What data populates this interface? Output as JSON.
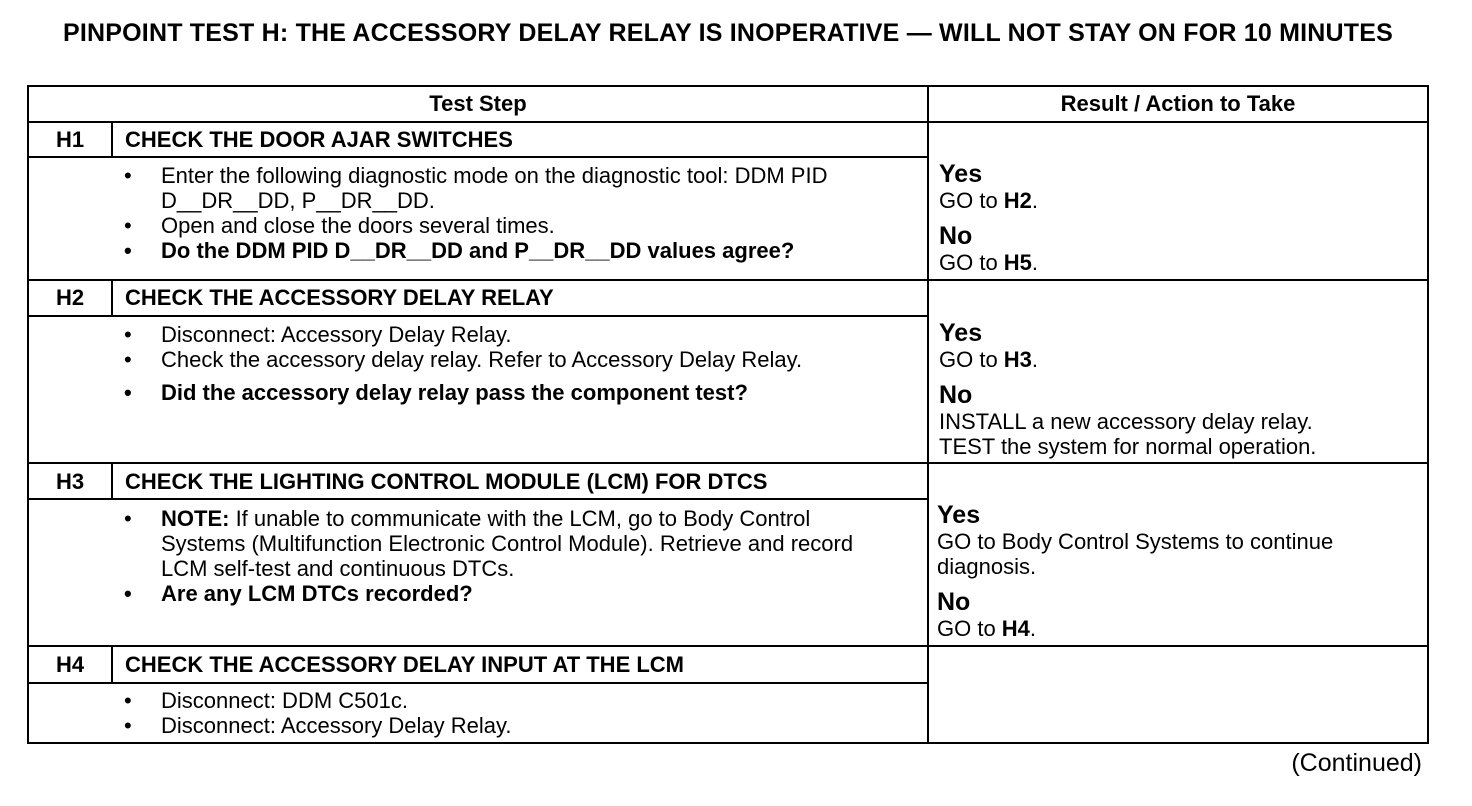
{
  "title": "PINPOINT TEST  H: THE ACCESSORY DELAY RELAY IS INOPERATIVE — WILL NOT STAY ON FOR 10 MINUTES",
  "table": {
    "col_test_step": "Test Step",
    "col_result": "Result / Action to Take"
  },
  "steps": [
    {
      "id": "H1",
      "title": "CHECK THE DOOR AJAR SWITCHES",
      "bullets": [
        "Enter the following diagnostic mode on the diagnostic tool: DDM PID D__DR__DD, P__DR__DD.",
        "Open and close the doors several times.",
        "Do the DDM PID D__DR__DD and P__DR__DD values agree?"
      ],
      "yes_label": "Yes",
      "yes_prefix": "GO to ",
      "yes_target": "H2",
      "yes_suffix": ".",
      "no_label": "No",
      "no_prefix": "GO to ",
      "no_target": "H5",
      "no_suffix": "."
    },
    {
      "id": "H2",
      "title": "CHECK THE ACCESSORY DELAY RELAY",
      "bullets": [
        "Disconnect: Accessory Delay Relay.",
        "Check the accessory delay relay. Refer to Accessory Delay Relay.",
        "Did the accessory delay relay pass the component test?"
      ],
      "yes_label": "Yes",
      "yes_prefix": "GO to ",
      "yes_target": "H3",
      "yes_suffix": ".",
      "no_label": "No",
      "no_line1": "INSTALL a new accessory delay relay.",
      "no_line2": "TEST the system for normal operation."
    },
    {
      "id": "H3",
      "title": "CHECK THE LIGHTING CONTROL MODULE (LCM) FOR DTCS",
      "note_label": "NOTE:",
      "note_text": " If unable to communicate with the LCM, go to Body Control Systems (Multifunction Electronic Control Module). Retrieve and record LCM self-test and continuous DTCs.",
      "bullets": [
        "Are any LCM DTCs recorded?"
      ],
      "yes_label": "Yes",
      "yes_text": "GO to Body Control Systems to continue diagnosis.",
      "no_label": "No",
      "no_prefix": "GO to ",
      "no_target": "H4",
      "no_suffix": "."
    },
    {
      "id": "H4",
      "title": "CHECK THE ACCESSORY DELAY INPUT AT THE LCM",
      "bullets": [
        "Disconnect: DDM C501c.",
        "Disconnect: Accessory Delay Relay."
      ]
    }
  ],
  "bullet_char": "•",
  "continued": "(Continued)"
}
